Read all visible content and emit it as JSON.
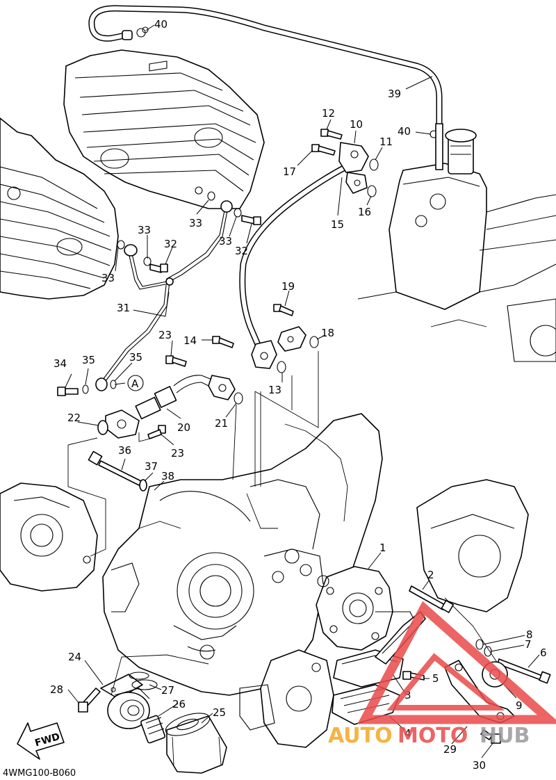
{
  "diagram": {
    "code": "4WMG100-B060",
    "fwd_label": "FWD",
    "ref_marker": "A",
    "callouts": [
      "1",
      "2",
      "3",
      "4",
      "5",
      "6",
      "7",
      "8",
      "9",
      "10",
      "11",
      "12",
      "13",
      "14",
      "15",
      "16",
      "17",
      "18",
      "19",
      "20",
      "21",
      "22",
      "23",
      "24",
      "25",
      "26",
      "27",
      "28",
      "29",
      "30",
      "31",
      "32",
      "33",
      "34",
      "35",
      "36",
      "37",
      "38",
      "39",
      "40"
    ]
  },
  "watermark": {
    "part1": "AUTO",
    "part2": "MOTO",
    "part3": "HUB",
    "colors": {
      "orange": "#f5a623",
      "red": "#e94a4a",
      "gray": "#9a9a9a"
    }
  }
}
